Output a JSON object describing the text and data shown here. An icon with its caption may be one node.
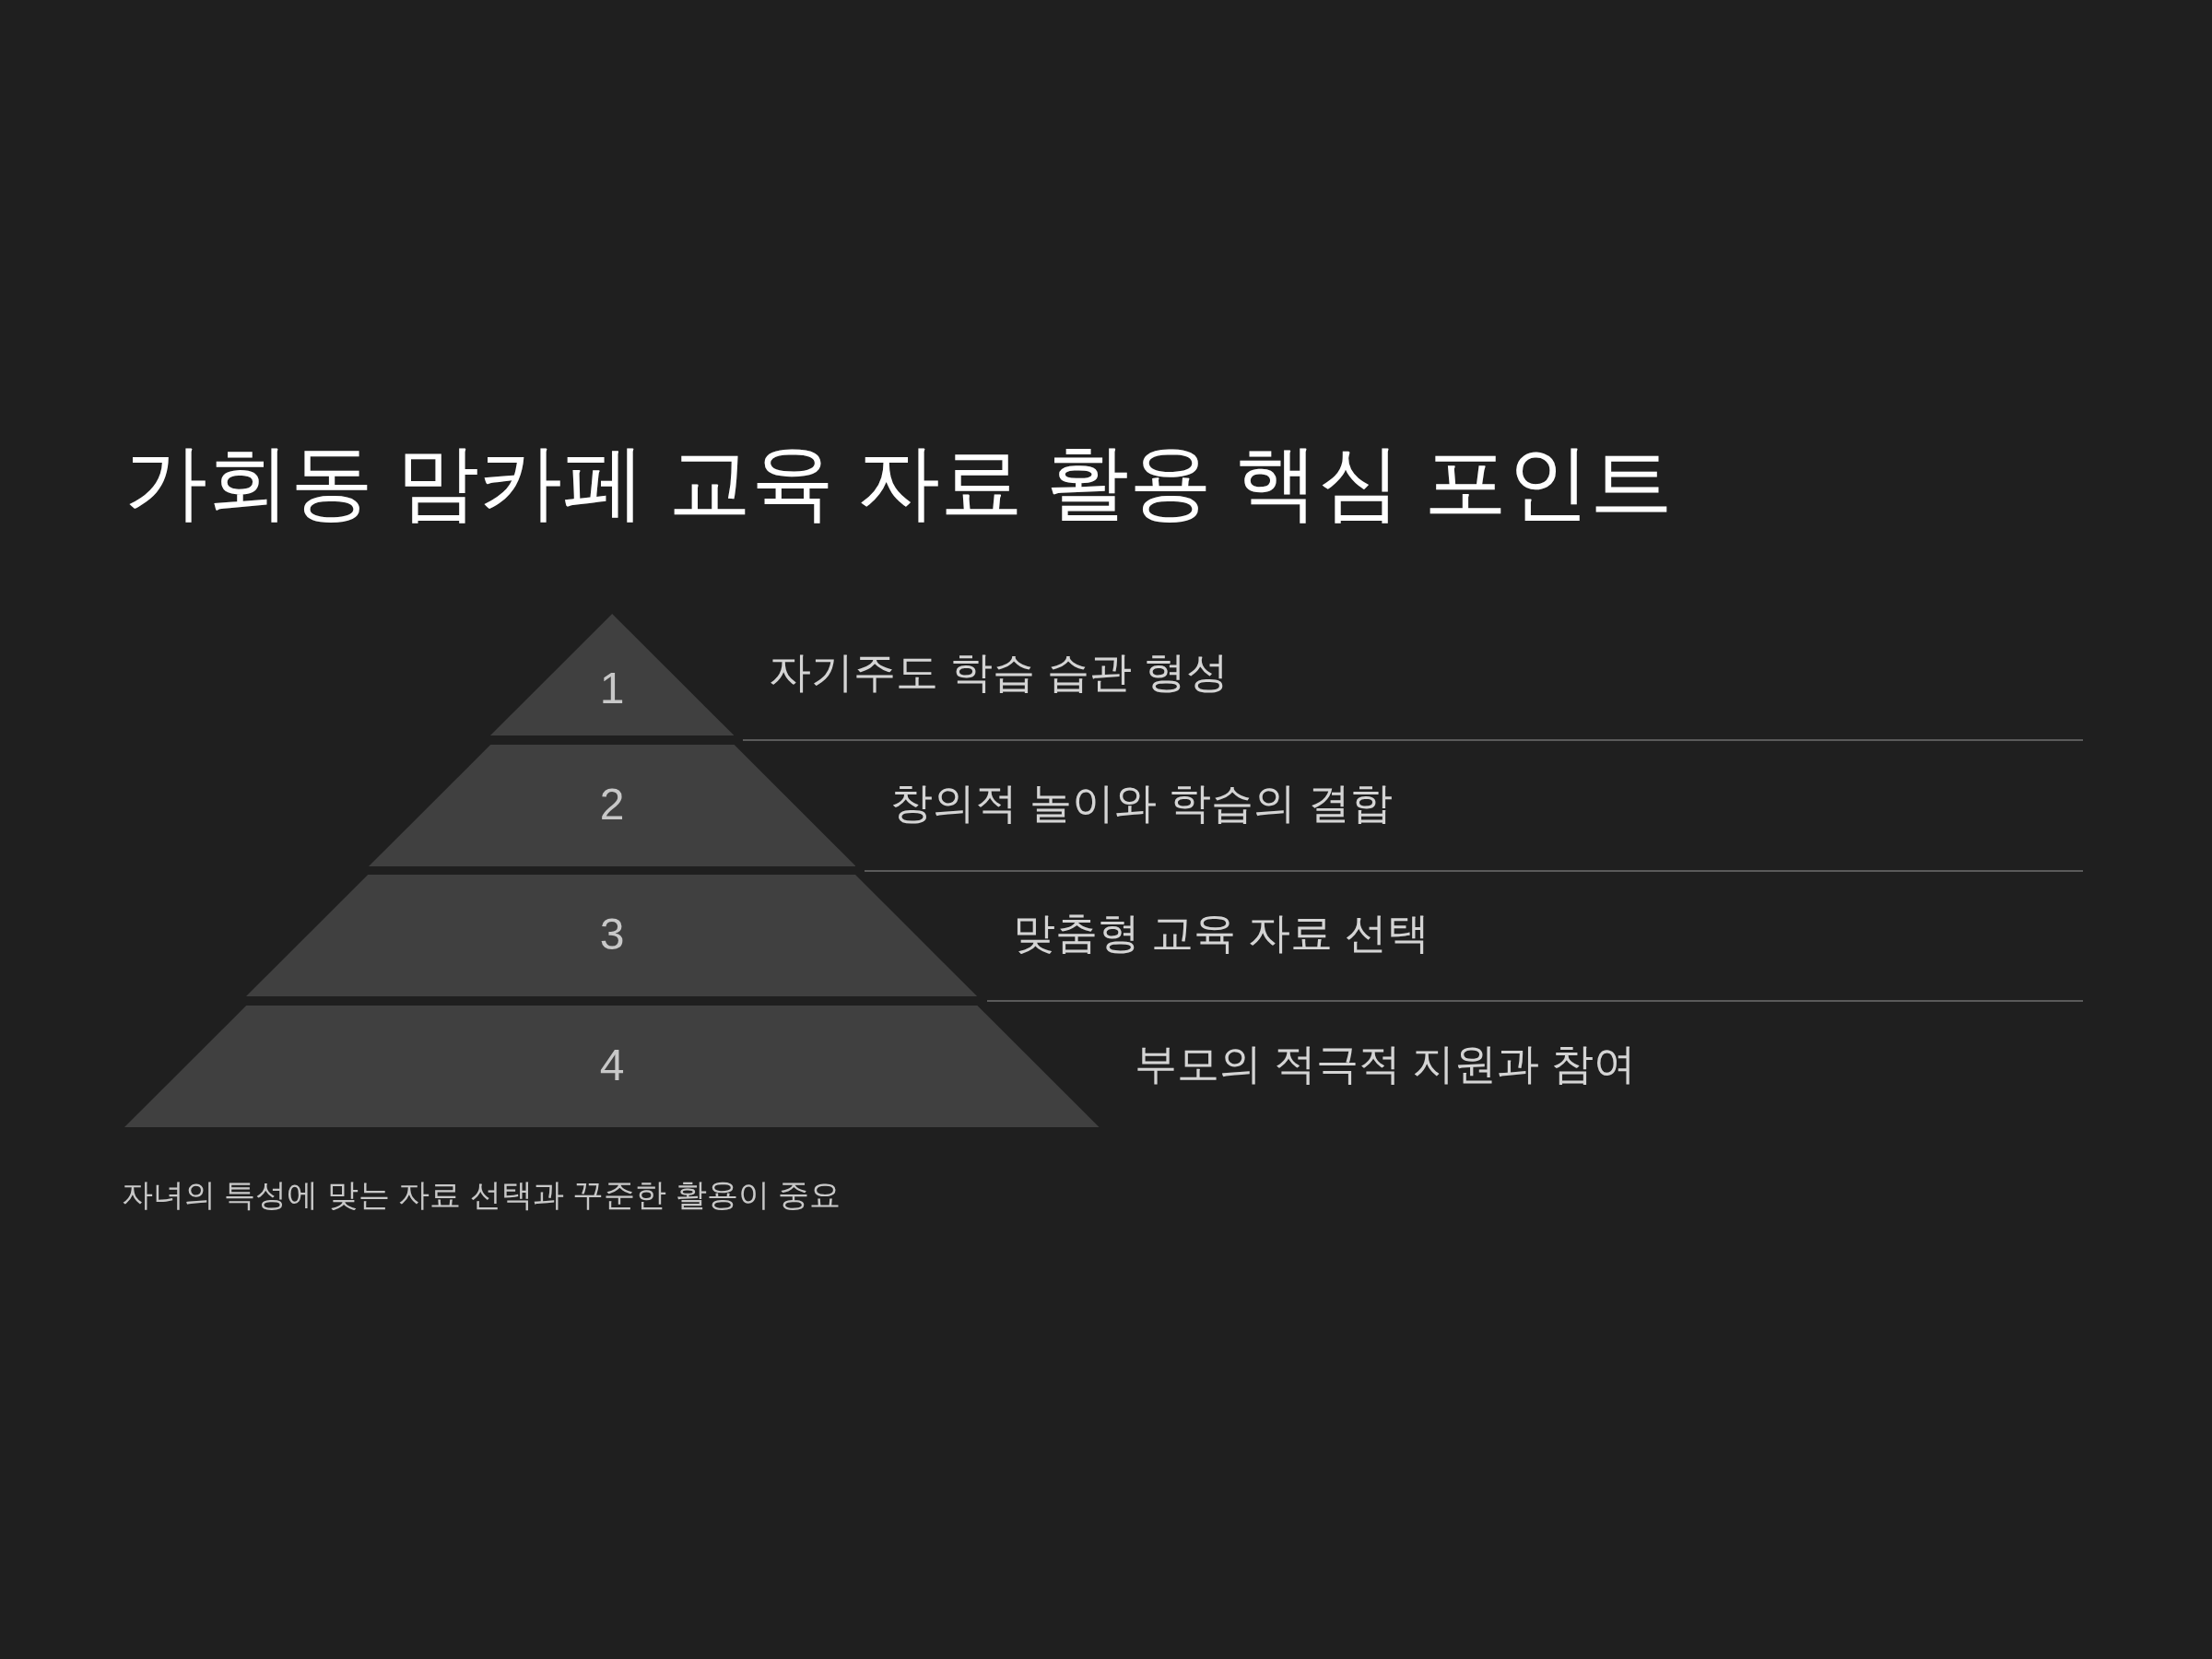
{
  "diagram": {
    "title": "가회동 맘카페 교육 자료 활용 핵심 포인트",
    "nodes": [
      {
        "text": [
          "1"
        ],
        "beside": [
          "자기주도 학습 습관 형성"
        ]
      },
      {
        "text": [
          "2"
        ],
        "beside": [
          "창의적 놀이와 학습의 결합"
        ]
      },
      {
        "text": [
          "3"
        ],
        "beside": [
          "맞춤형 교육 자료 선택"
        ]
      },
      {
        "text": [
          "4"
        ],
        "beside": [
          "부모의 적극적 지원과 참여"
        ]
      }
    ],
    "caption": "자녀의 특성에 맞는 자료 선택과 꾸준한 활용이 중요"
  }
}
